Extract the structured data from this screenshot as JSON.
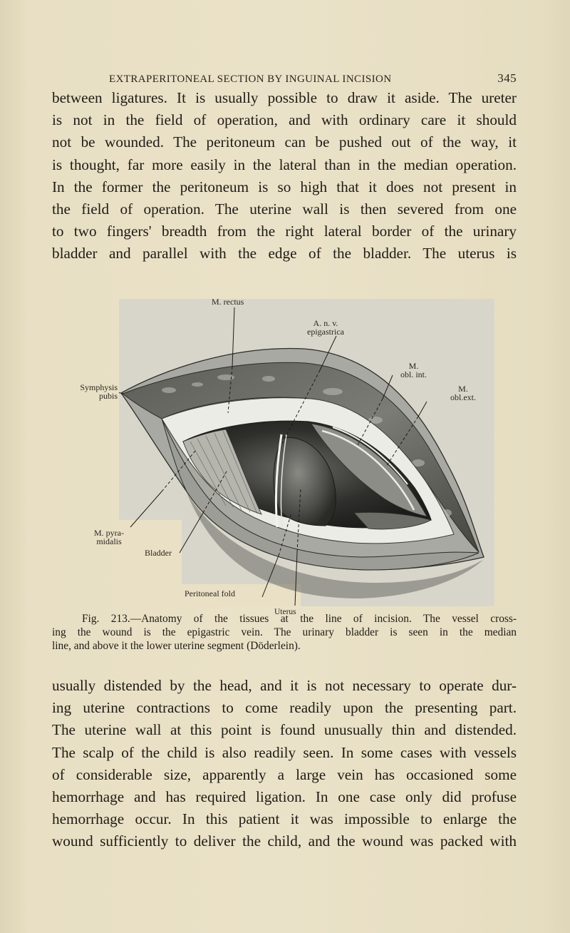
{
  "running_head": {
    "title": "EXTRAPERITONEAL SECTION BY INGUINAL INCISION",
    "page_number": "345"
  },
  "body_before_figure": {
    "lines": [
      "between ligatures.  It is usually possible to draw it aside.  The ureter",
      "is not in the field of operation, and with ordinary care it should",
      "not be wounded.  The peritoneum can be pushed out of the way, it",
      "is thought, far more easily in the lateral than in the median operation.",
      "In the former the peritoneum is so high that it does not present in",
      "the field of operation.  The uterine wall is then severed from one",
      "to two fingers' breadth from the right lateral border of the urinary",
      "bladder and parallel with the edge of the bladder.  The uterus is"
    ]
  },
  "figure": {
    "number": "213",
    "labels": {
      "m_rectus": "M. rectus",
      "anv_epigastrica_1": "A. n. v.",
      "anv_epigastrica_2": "epigastrica",
      "symphysis_1": "Symphysis",
      "symphysis_2": "pubis",
      "obl_int_1": "M.",
      "obl_int_2": "obl. int.",
      "obl_ext_1": "M.",
      "obl_ext_2": "obl.ext.",
      "pyramidalis_1": "M. pyra-",
      "pyramidalis_2": "midalis",
      "bladder": "Bladder",
      "peritoneal_fold": "Peritoneal fold",
      "uterus": "Uterus"
    },
    "caption_lines": [
      "Fig. 213.—Anatomy of the tissues at the line of incision.  The vessel cross-",
      "ing the wound is the epigastric vein.  The urinary bladder is seen in the median",
      "line, and above it the lower uterine segment (Döderlein)."
    ]
  },
  "body_after_figure": {
    "lines": [
      "usually distended by the head, and it is not necessary to operate dur-",
      "ing uterine contractions to come readily upon the presenting part.",
      "The uterine wall at this point is found unusually thin and distended.",
      "The scalp of the child is also readily seen.  In some cases with vessels",
      "of considerable size, apparently a large vein has occasioned some",
      "hemorrhage and has required ligation.  In one case only did profuse",
      "hemorrhage occur.  In this patient it was impossible to enlarge the",
      "wound sufficiently to deliver the child, and the wound was packed with"
    ]
  },
  "colors": {
    "paper": "#e9e0c5",
    "ink": "#1f1b15",
    "figure_background": "#d8d6cb"
  }
}
